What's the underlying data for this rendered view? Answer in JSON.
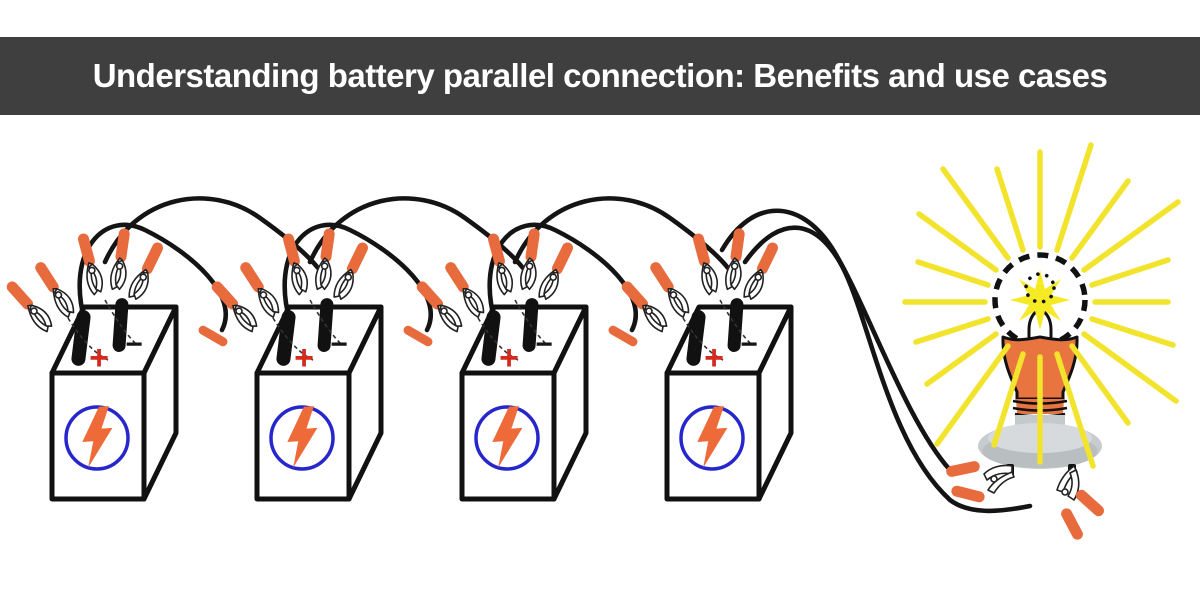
{
  "banner": {
    "title": "Understanding battery parallel connection: Benefits and use cases",
    "bg_color": "#3f3f3f",
    "text_color": "#ffffff"
  },
  "diagram": {
    "description": "Four identical batteries wired together in parallel with alligator-clip jumper cables, powering one glowing light bulb",
    "battery_count": 4,
    "polarity": {
      "positive": "+",
      "negative": "−"
    },
    "icons": [
      "lightning-bolt-icon",
      "light-bulb-icon",
      "alligator-clip-icon"
    ],
    "bulb_state": "lit",
    "colors": {
      "background": "#ffffff",
      "banner_bg": "#3f3f3f",
      "title_text": "#ffffff",
      "wire_black": "#141414",
      "clip_orange": "#e76b3c",
      "bolt_orange": "#ee6a38",
      "circle_blue": "#2626cc",
      "plus_red": "#d32b1e",
      "ray_yellow": "#f2e32c",
      "bulb_orange": "#e8743f",
      "base_gray": "#c9cdd0"
    }
  }
}
